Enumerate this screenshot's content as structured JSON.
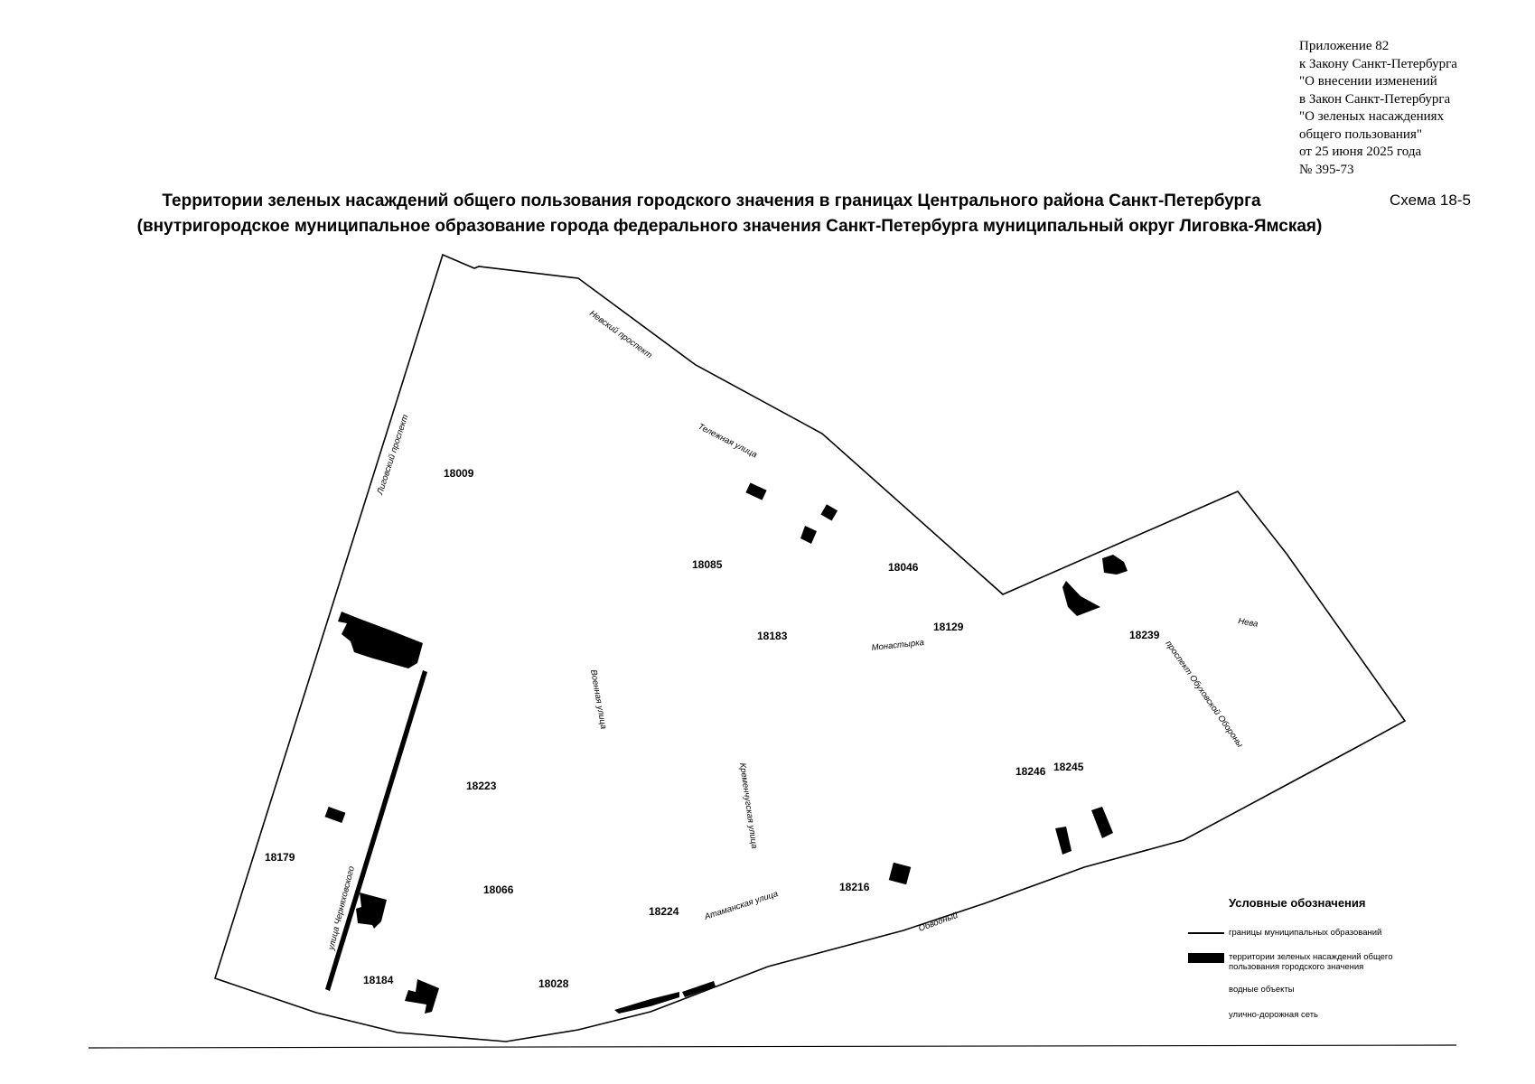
{
  "appendix": {
    "lines": [
      "Приложение 82",
      "к Закону Санкт-Петербурга",
      "\"О внесении изменений",
      "в Закон Санкт-Петербурга",
      "\"О зеленых насаждениях",
      "общего пользования\"",
      "от 25 июня 2025 года",
      "№ 395-73"
    ]
  },
  "title": {
    "line1": "Территории зеленых насаждений общего пользования городского значения в границах Центрального района Санкт-Петербурга",
    "line2": "(внутригородское муниципальное образование города федерального значения Санкт-Петербурга муниципальный округ Лиговка-Ямская)"
  },
  "scheme_label": "Схема 18-5",
  "map": {
    "territory_numbers": [
      "18009",
      "18085",
      "18046",
      "18183",
      "18129",
      "18239",
      "18223",
      "18246",
      "18245",
      "18179",
      "18066",
      "18224",
      "18216",
      "18184",
      "18028"
    ],
    "streets": [
      "Невский проспект",
      "Лиговский проспект",
      "Тележная улица",
      "Военная улица",
      "Монастырка",
      "Нева",
      "проспект Обуховской Обороны",
      "Кременчугская улица",
      "улица Черняховского",
      "Атаманская улица",
      "Обводный"
    ],
    "colors": {
      "boundary": "#000000",
      "green_zone": "#000000",
      "background": "#ffffff"
    }
  },
  "legend": {
    "title": "Условные обозначения",
    "items": [
      {
        "label": "границы муниципальных образований",
        "symbol": "line"
      },
      {
        "label_lines": [
          "территории зеленых насаждений общего",
          "пользования городского значения"
        ],
        "symbol": "fill"
      },
      {
        "label": "водные объекты",
        "symbol": "none"
      },
      {
        "label": "улично-дорожная сеть",
        "symbol": "none"
      }
    ]
  }
}
